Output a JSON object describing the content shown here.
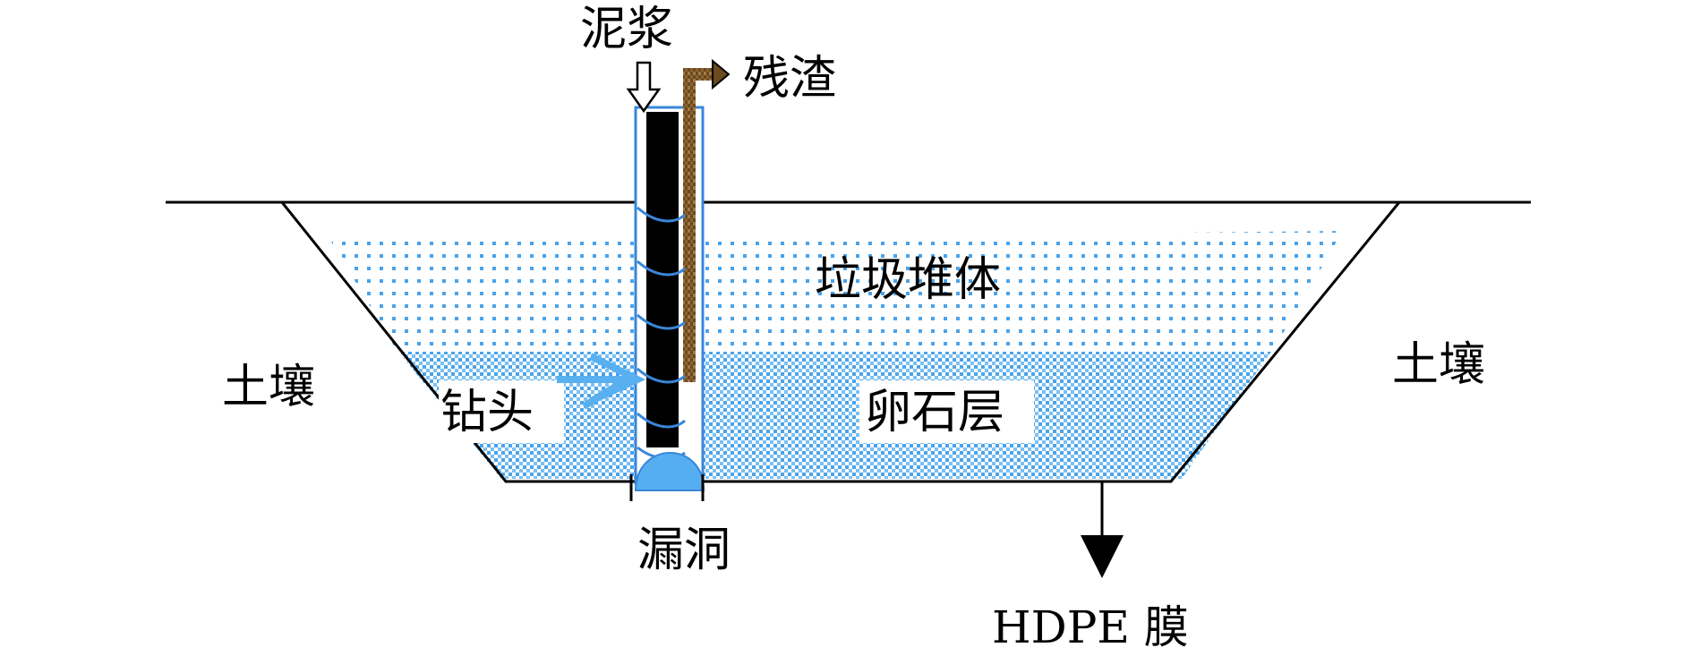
{
  "labels": {
    "slurry": "泥浆",
    "residue": "残渣",
    "waste_body": "垃圾堆体",
    "soil_left": "土壤",
    "soil_right": "土壤",
    "drill_bit": "钻头",
    "cobble_layer": "卵石层",
    "leak_hole": "漏洞",
    "hdpe_membrane": "HDPE 膜"
  },
  "colors": {
    "line": "#000000",
    "waste_dots": "#4aa3ea",
    "cobble_dots": "#4aa3ea",
    "drill_outline": "#3a86d8",
    "drill_spiral": "#3a86d8",
    "drill_arrow": "#58b0f0",
    "leak_blob": "#55aef0",
    "drill_rod": "#000000",
    "residue_pipe": "#6a4a1e",
    "residue_pipe_light": "#a27a48"
  },
  "icons": {
    "slurry_arrow": "down-arrow-outline-icon",
    "residue_arrow": "right-arrow-icon",
    "drill_pointer": "right-arrow-icon",
    "hdpe_pointer": "down-arrow-filled-icon"
  }
}
